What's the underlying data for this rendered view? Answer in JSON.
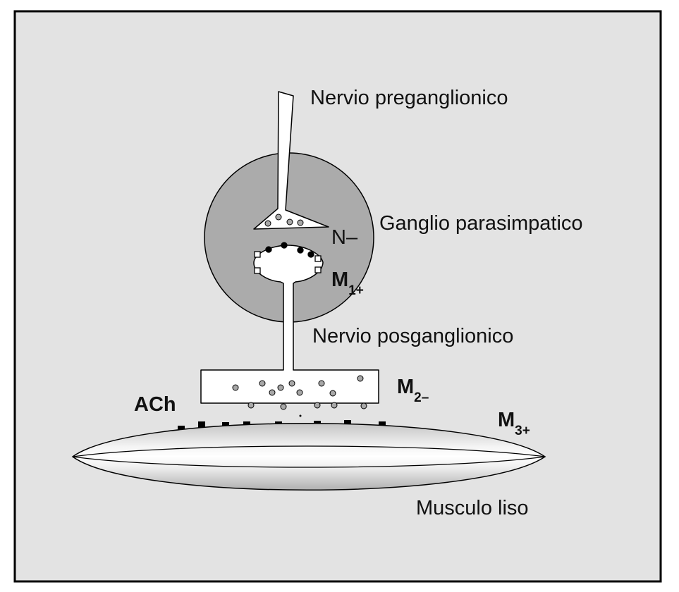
{
  "colors": {
    "panel": "#e3e3e3",
    "frame": "#000000",
    "ganglion": "#ababab",
    "vesicle_grey": "#a8a8a8",
    "receptor_black": "#000000",
    "muscle_light": "#f4f4f4",
    "muscle_dark": "#b5b5b5"
  },
  "labels": {
    "preganglionic": "Nervio preganglionico",
    "ganglion": "Ganglio parasimpatico",
    "postganglionic": "Nervio posganglionico",
    "smooth_muscle": "Musculo liso",
    "ach": "ACh",
    "n_receptor": "N–",
    "m1": {
      "main": "M",
      "sub": "1+"
    },
    "m2": {
      "main": "M",
      "sub": "2–"
    },
    "m3": {
      "main": "M",
      "sub": "3+"
    }
  }
}
